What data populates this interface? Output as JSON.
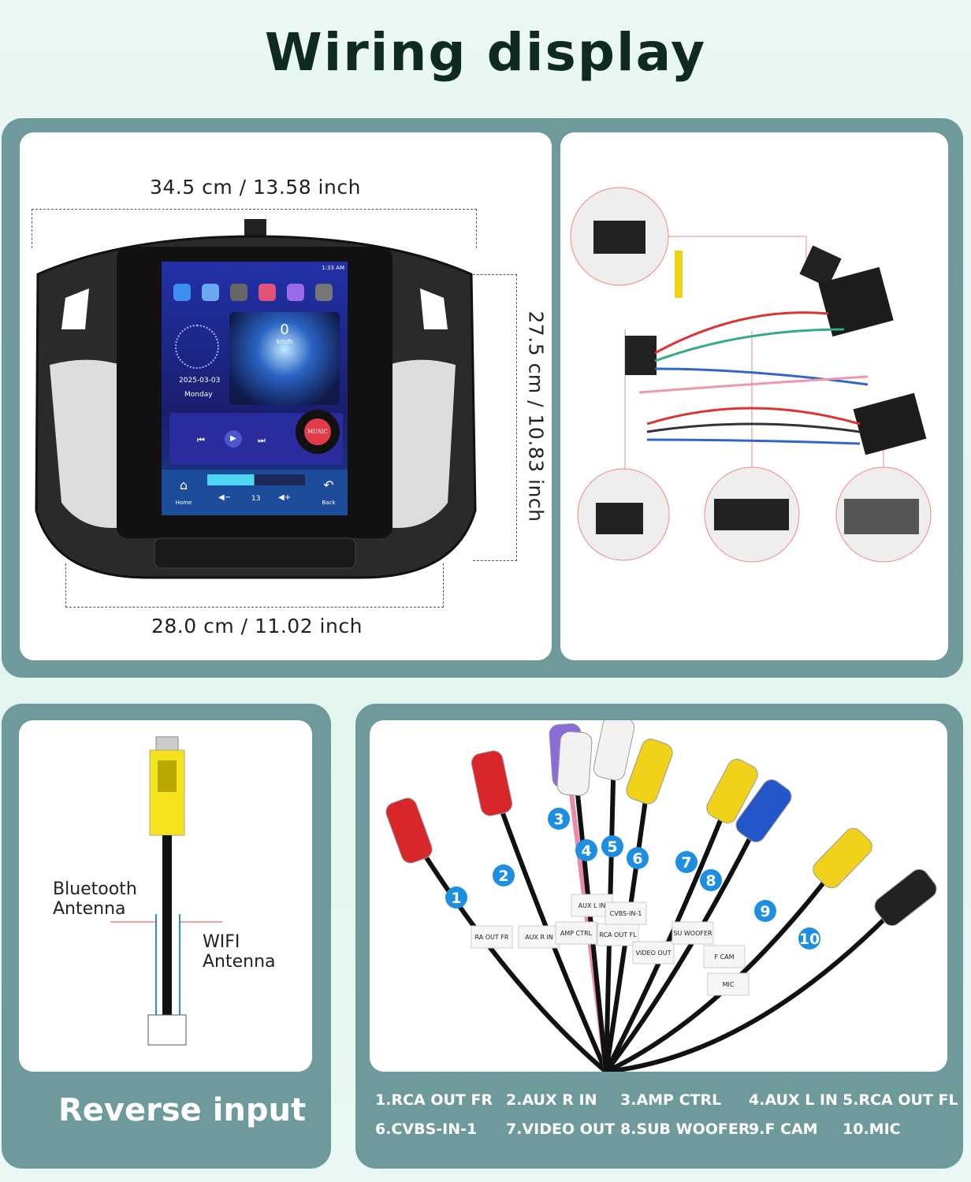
{
  "title": "Wiring display",
  "dimensions": {
    "top": "34.5 cm / 13.58 inch",
    "side": "27.5 cm / 10.83 inch",
    "bottom": "28.0 cm / 11.02 inch"
  },
  "screen": {
    "time": "1:33 AM",
    "speed": "0",
    "speed_unit": "km/h",
    "date": "2025-03-03",
    "day": "Monday",
    "music_label": "MUSIC",
    "home_label": "Home",
    "back_label": "Back",
    "volume": "13"
  },
  "antenna": {
    "bluetooth": "Bluetooth\nAntenna",
    "wifi": "WIFI\nAntenna"
  },
  "reverse_label": "Reverse input",
  "cables": {
    "numbers": [
      "1",
      "2",
      "3",
      "4",
      "5",
      "6",
      "7",
      "8",
      "9",
      "10"
    ],
    "tags": [
      "RA OUT FR",
      "AUX R IN",
      "AMP CTRL",
      "AUX L IN",
      "RCA OUT FL",
      "CVBS-IN-1",
      "VIDEO OUT",
      "SU WOOFER",
      "F CAM",
      "MIC"
    ],
    "colors": [
      "#d8262a",
      "#d8262a",
      "#8a6cd8",
      "#f2f2f2",
      "#f2f2f2",
      "#f1d21a",
      "#f1d21a",
      "#2456c9",
      "#f1d21a",
      "#222222"
    ]
  },
  "legend": [
    "1.RCA OUT FR",
    "2.AUX R IN",
    "3.AMP CTRL",
    "4.AUX L IN",
    "5.RCA OUT FL",
    "6.CVBS-IN-1",
    "7.VIDEO OUT",
    "8.SUB WOOFER",
    "9.F CAM",
    "10.MIC"
  ],
  "colors": {
    "frame": "#6f9a9b",
    "title": "#0f2a22",
    "badge": "#1e8fe0"
  }
}
